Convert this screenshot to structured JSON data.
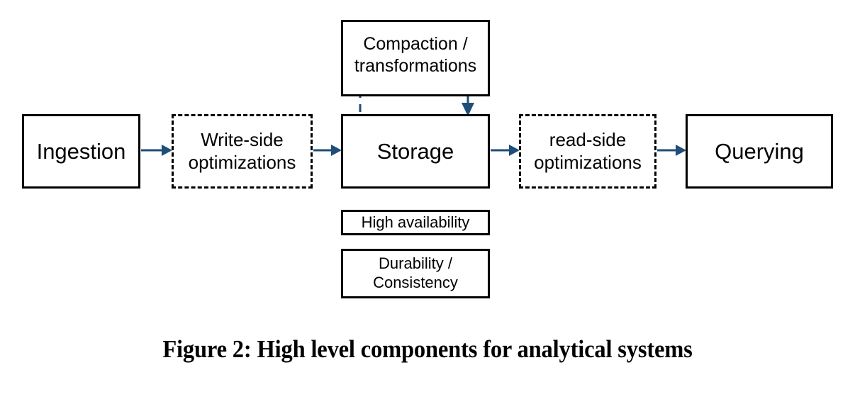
{
  "figure": {
    "caption": "Figure 2: High level components for analytical systems",
    "background_color": "#ffffff",
    "box_border_color": "#000000",
    "arrow_color": "#1F4E79",
    "dashed_connector_color": "#1F4E79"
  },
  "nodes": {
    "compaction": {
      "label": "Compaction /\ntransformations",
      "border_style": "solid"
    },
    "ingestion": {
      "label": "Ingestion",
      "border_style": "solid"
    },
    "write_side": {
      "label": "Write-side\noptimizations",
      "border_style": "dashed"
    },
    "storage": {
      "label": "Storage",
      "border_style": "solid"
    },
    "read_side": {
      "label": "read-side\noptimizations",
      "border_style": "dashed"
    },
    "querying": {
      "label": "Querying",
      "border_style": "solid"
    },
    "high_availability": {
      "label": "High availability",
      "border_style": "solid"
    },
    "durability": {
      "label": "Durability /\nConsistency",
      "border_style": "solid"
    }
  },
  "connectors": [
    {
      "name": "ingestion-to-write-side",
      "from": "ingestion",
      "to": "write_side",
      "style": "solid-arrow"
    },
    {
      "name": "write-side-to-storage",
      "from": "write_side",
      "to": "storage",
      "style": "solid-arrow"
    },
    {
      "name": "storage-to-read-side",
      "from": "storage",
      "to": "read_side",
      "style": "solid-arrow"
    },
    {
      "name": "read-side-to-querying",
      "from": "read_side",
      "to": "querying",
      "style": "solid-arrow"
    },
    {
      "name": "storage-to-compaction",
      "from": "storage",
      "to": "compaction",
      "style": "dashed-no-head"
    },
    {
      "name": "compaction-to-storage",
      "from": "compaction",
      "to": "storage",
      "style": "dashed-arrow"
    }
  ]
}
